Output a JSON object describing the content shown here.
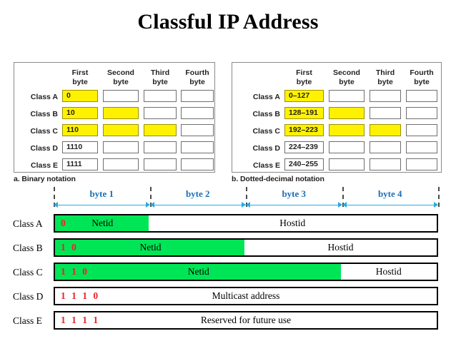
{
  "page": {
    "title": "Classful IP Address"
  },
  "byte_headers": [
    "First\nbyte",
    "Second\nbyte",
    "Third\nbyte",
    "Fourth\nbyte"
  ],
  "byte_headers_flat": {
    "first_line1": "First",
    "first_line2": "byte",
    "second_line1": "Second",
    "second_line2": "byte",
    "third_line1": "Third",
    "third_line2": "byte",
    "fourth_line1": "Fourth",
    "fourth_line2": "byte"
  },
  "panels": {
    "binary": {
      "caption": "a. Binary notation",
      "rows": [
        {
          "label": "Class A",
          "cells": [
            "0",
            "",
            "",
            ""
          ],
          "highlight": [
            true,
            false,
            false,
            false
          ]
        },
        {
          "label": "Class B",
          "cells": [
            "10",
            "",
            "",
            ""
          ],
          "highlight": [
            true,
            true,
            false,
            false
          ]
        },
        {
          "label": "Class C",
          "cells": [
            "110",
            "",
            "",
            ""
          ],
          "highlight": [
            true,
            true,
            true,
            false
          ]
        },
        {
          "label": "Class D",
          "cells": [
            "1110",
            "",
            "",
            ""
          ],
          "highlight": [
            false,
            false,
            false,
            false
          ]
        },
        {
          "label": "Class E",
          "cells": [
            "1111",
            "",
            "",
            ""
          ],
          "highlight": [
            false,
            false,
            false,
            false
          ]
        }
      ]
    },
    "decimal": {
      "caption": "b. Dotted-decimal notation",
      "rows": [
        {
          "label": "Class A",
          "cells": [
            "0–127",
            "",
            "",
            ""
          ],
          "highlight": [
            true,
            false,
            false,
            false
          ]
        },
        {
          "label": "Class B",
          "cells": [
            "128–191",
            "",
            "",
            ""
          ],
          "highlight": [
            true,
            true,
            false,
            false
          ]
        },
        {
          "label": "Class C",
          "cells": [
            "192–223",
            "",
            "",
            ""
          ],
          "highlight": [
            true,
            true,
            true,
            false
          ]
        },
        {
          "label": "Class D",
          "cells": [
            "224–239",
            "",
            "",
            ""
          ],
          "highlight": [
            false,
            false,
            false,
            false
          ]
        },
        {
          "label": "Class E",
          "cells": [
            "240–255",
            "",
            "",
            ""
          ],
          "highlight": [
            false,
            false,
            false,
            false
          ]
        }
      ]
    }
  },
  "ruler": {
    "labels": [
      "byte 1",
      "byte 2",
      "byte 3",
      "byte 4"
    ]
  },
  "structure": {
    "rows": [
      {
        "label": "Class A",
        "prefix": "0",
        "netid_label": "Netid",
        "hostid_label": "Hostid",
        "netid_bytes": 1
      },
      {
        "label": "Class B",
        "prefix": "1 0",
        "netid_label": "Netid",
        "hostid_label": "Hostid",
        "netid_bytes": 2
      },
      {
        "label": "Class C",
        "prefix": "1 1 0",
        "netid_label": "Netid",
        "hostid_label": "Hostid",
        "netid_bytes": 3
      },
      {
        "label": "Class D",
        "prefix": "1 1 1 0",
        "full_label": "Multicast address",
        "netid_bytes": 0
      },
      {
        "label": "Class E",
        "prefix": "1 1 1 1",
        "full_label": "Reserved for future use",
        "netid_bytes": 0
      }
    ]
  },
  "colors": {
    "highlight_yellow": "#fff200",
    "netid_green": "#00e556",
    "prefix_red": "#e8222a",
    "ruler_blue": "#29abe2",
    "ruler_label_blue": "#1a6fb5"
  }
}
